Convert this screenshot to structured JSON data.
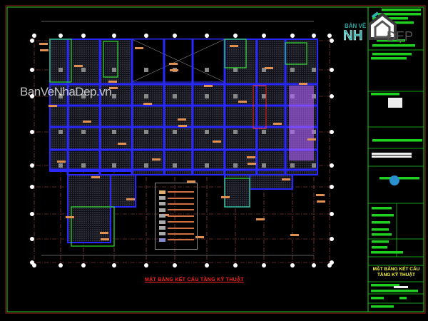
{
  "watermark": "BanVeNhaDep.vn",
  "logo": {
    "line1": "BẢN VẼ",
    "line2": "NH",
    "line3": "ĐẸP"
  },
  "drawing_title": "MẶT BẰNG KẾT CẤU TẦNG KỸ THUẬT",
  "title_block": {
    "sheet_name": "MẶT BẰNG KẾT CẤU TẦNG KỸ THUẬT"
  },
  "colors": {
    "frame": "#20d020",
    "wall": "#2828ff",
    "grid": "#b05050",
    "title": "#ff2020",
    "accent": "#b060ff"
  }
}
